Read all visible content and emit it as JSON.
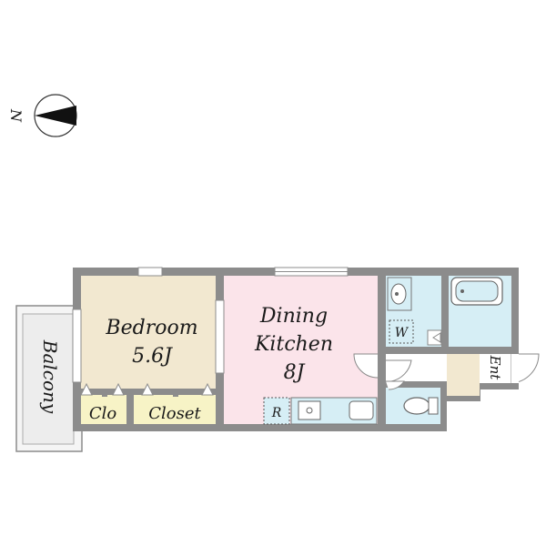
{
  "compass": {
    "north_label": "N"
  },
  "rooms": {
    "bedroom": {
      "name": "Bedroom",
      "size": "5.6J"
    },
    "dining_kitchen": {
      "line1": "Dining",
      "line2": "Kitchen",
      "size": "8J"
    },
    "closet_small": {
      "name": "Clo"
    },
    "closet_large": {
      "name": "Closet"
    },
    "balcony": {
      "name": "Balcony"
    },
    "entrance": {
      "name": "Ent"
    },
    "washer": {
      "name": "W"
    },
    "refrigerator": {
      "name": "R"
    }
  },
  "colors": {
    "wall": "#8c8c8c",
    "bedroom": "#f2e8d0",
    "dining_kitchen": "#fbe4ea",
    "closet": "#f7f3c6",
    "wet_area": "#d6eef5",
    "entrance": "#f2e8d0",
    "balcony": "#ededed"
  }
}
